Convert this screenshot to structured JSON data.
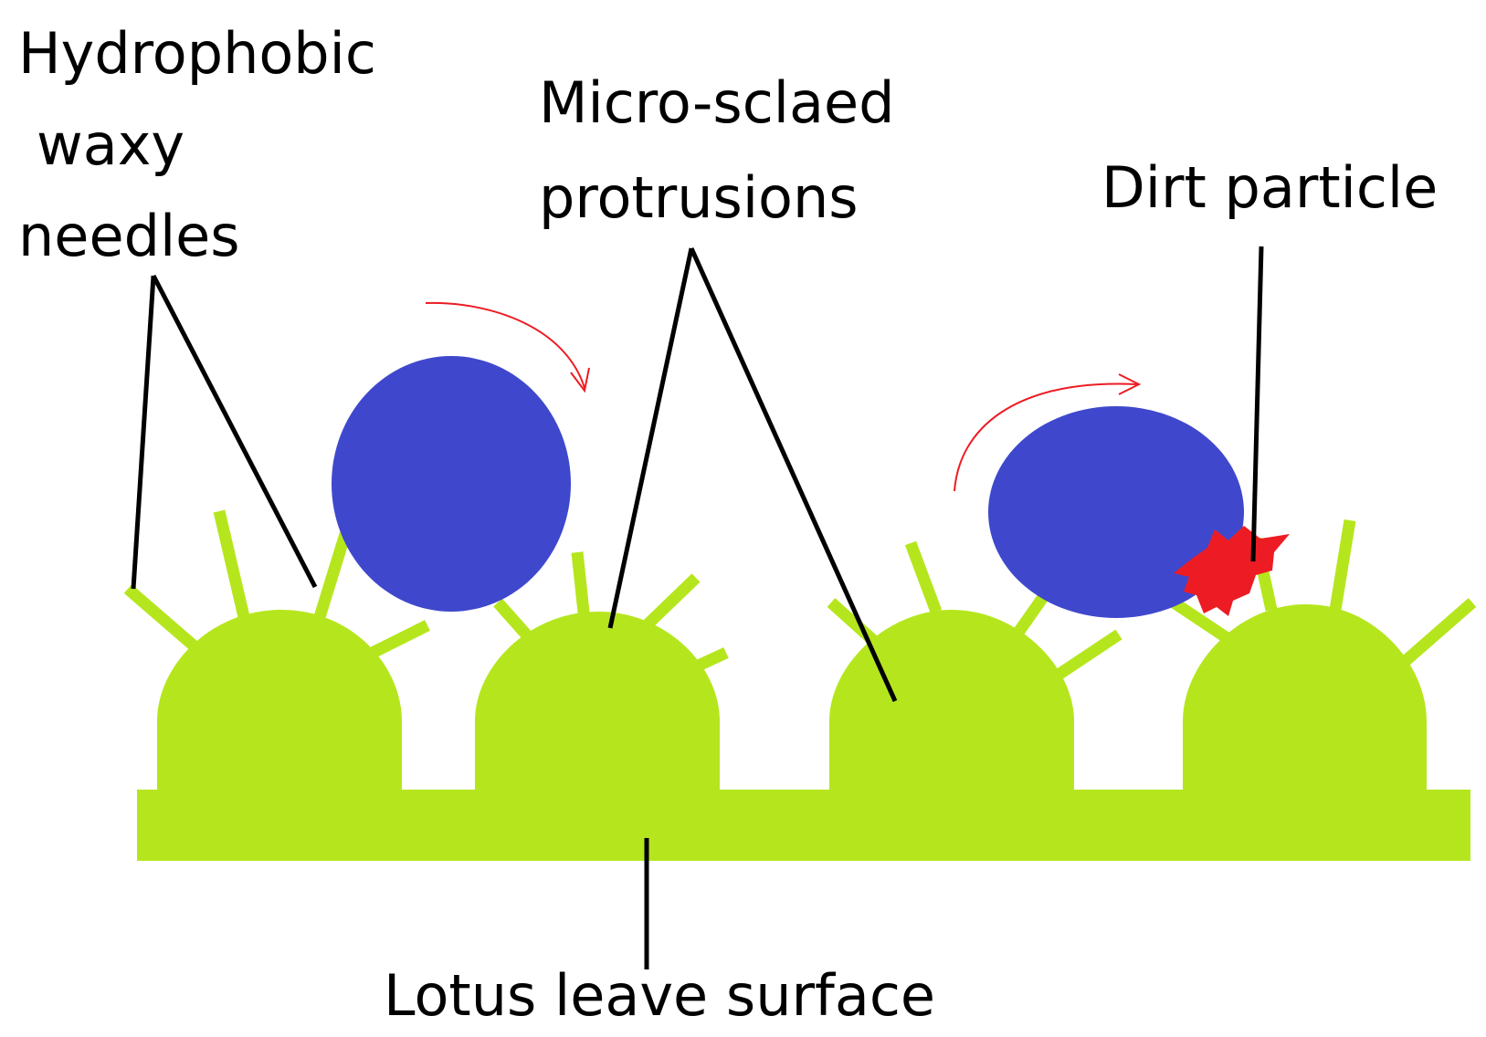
{
  "labels": {
    "hydrophobic_line1": "Hydrophobic",
    "hydrophobic_line2": "waxy",
    "hydrophobic_line3": "needles",
    "micro_line1": "Micro-sclaed",
    "micro_line2": "protrusions",
    "dirt": "Dirt particle",
    "surface": "Lotus leave surface"
  },
  "colors": {
    "leaf_green": "#b5e61d",
    "water_blue": "#3f48cc",
    "dirt_red": "#ed1c24",
    "pointer_black": "#000000",
    "arrow_red": "#ed1c24",
    "background": "#ffffff"
  }
}
